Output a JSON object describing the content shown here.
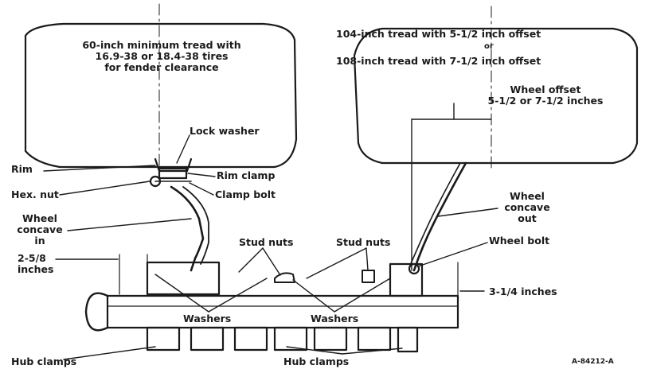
{
  "labels": {
    "left_tread_note": [
      "60-inch minimum tread with",
      "16.9-38 or 18.4-38 tires",
      "for fender clearance"
    ],
    "right_tread_1": "104-inch tread with 5-1/2 inch offset",
    "right_tread_or": "or",
    "right_tread_2": "108-inch tread with 7-1/2 inch offset",
    "wheel_offset": [
      "Wheel offset",
      "5-1/2 or 7-1/2 inches"
    ],
    "lock_washer": "Lock washer",
    "rim": "Rim",
    "rim_clamp": "Rim clamp",
    "hex_nut": "Hex. nut",
    "clamp_bolt": "Clamp bolt",
    "wheel_concave_in": [
      "Wheel",
      "concave",
      "in"
    ],
    "wheel_concave_out": [
      "Wheel",
      "concave",
      "out"
    ],
    "stud_nuts_left": "Stud nuts",
    "stud_nuts_right": "Stud nuts",
    "wheel_bolt": "Wheel bolt",
    "dim_left": [
      "2-5/8",
      "inches"
    ],
    "dim_right": "3-1/4 inches",
    "washers_left": "Washers",
    "washers_right": "Washers",
    "hub_clamps_left": "Hub clamps",
    "hub_clamps_right": "Hub clamps",
    "figure_code": "A-84212-A"
  },
  "colors": {
    "ink": "#1a1a1a",
    "background": "#ffffff"
  }
}
